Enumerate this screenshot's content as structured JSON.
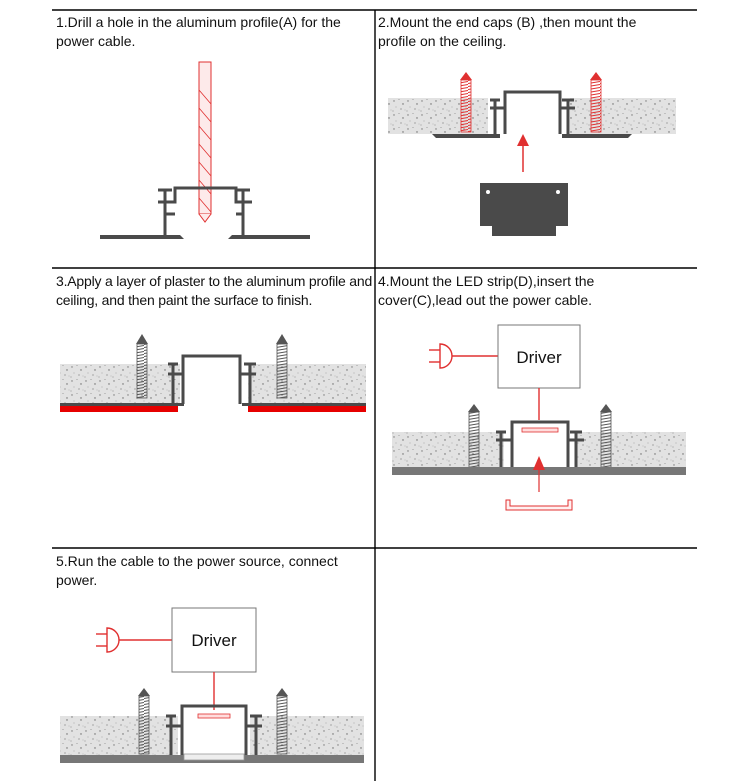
{
  "steps": [
    {
      "text": "1.Drill a hole in the aluminum profile(A) for the power cable."
    },
    {
      "text": "2.Mount the end caps (B) ,then mount the profile on the ceiling."
    },
    {
      "text": "3.Apply a layer of plaster to the aluminum profile and ceiling, and then paint the surface to finish."
    },
    {
      "text": "4.Mount the LED strip(D),insert the cover(C),lead out the power cable."
    },
    {
      "text": "5.Run the cable to the power source, connect power."
    }
  ],
  "driver_label": "Driver",
  "colors": {
    "accent": "#ff0000",
    "profile": "#4a4a4a",
    "plaster": "#dcdcdc"
  }
}
